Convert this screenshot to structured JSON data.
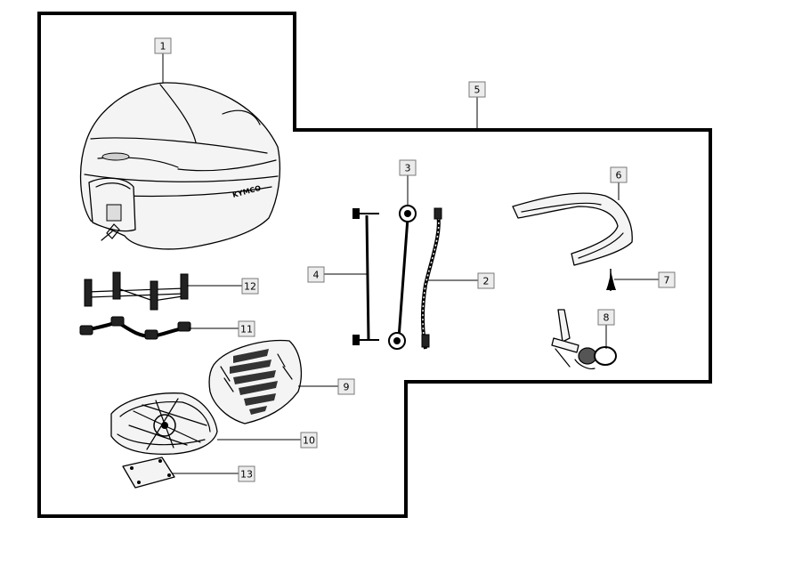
{
  "diagram": {
    "callouts": [
      {
        "id": "1",
        "label": "1"
      },
      {
        "id": "2",
        "label": "2"
      },
      {
        "id": "3",
        "label": "3"
      },
      {
        "id": "4",
        "label": "4"
      },
      {
        "id": "5",
        "label": "5"
      },
      {
        "id": "6",
        "label": "6"
      },
      {
        "id": "7",
        "label": "7"
      },
      {
        "id": "8",
        "label": "8"
      },
      {
        "id": "9",
        "label": "9"
      },
      {
        "id": "10",
        "label": "10"
      },
      {
        "id": "11",
        "label": "11"
      },
      {
        "id": "12",
        "label": "12"
      },
      {
        "id": "13",
        "label": "13"
      }
    ],
    "parts": [
      {
        "id": "top-case",
        "icon": "top-case-icon"
      },
      {
        "id": "strap",
        "icon": "strap-icon"
      },
      {
        "id": "damper-rod",
        "icon": "damper-rod-icon"
      },
      {
        "id": "screw-rod",
        "icon": "screw-rod-icon"
      },
      {
        "id": "rear-trim",
        "icon": "rear-trim-icon"
      },
      {
        "id": "clip",
        "icon": "clip-icon"
      },
      {
        "id": "lock-assembly",
        "icon": "lock-assembly-icon"
      },
      {
        "id": "mat",
        "icon": "mat-icon"
      },
      {
        "id": "base-plate",
        "icon": "base-plate-icon"
      },
      {
        "id": "bracket-bolts",
        "icon": "bracket-bolts-icon"
      },
      {
        "id": "bracket-bar",
        "icon": "bracket-bar-icon"
      },
      {
        "id": "small-plate",
        "icon": "small-plate-icon"
      }
    ],
    "case_brand_text": "KYMCO"
  }
}
